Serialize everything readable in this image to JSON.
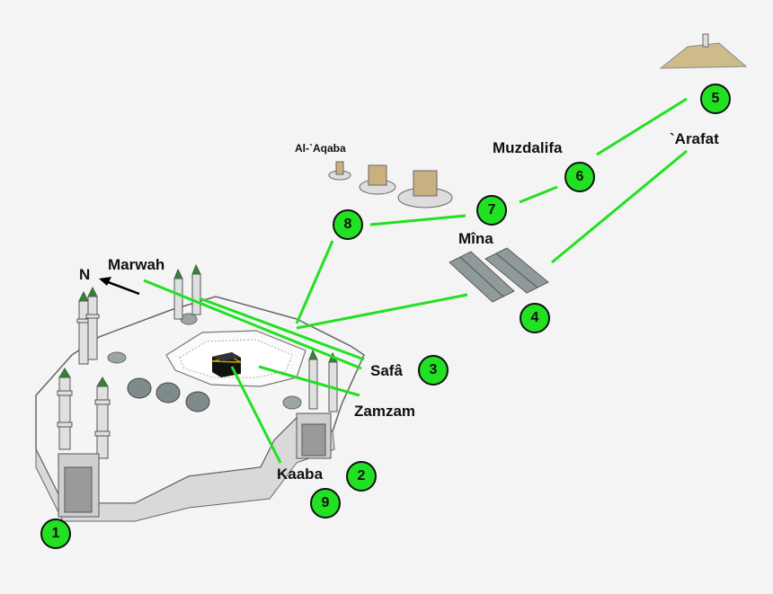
{
  "labels": {
    "north": "N",
    "marwah": "Marwah",
    "safa": "Safâ",
    "zamzam": "Zamzam",
    "kaaba": "Kaaba",
    "mina": "Mîna",
    "aqaba": "Al-`Aqaba",
    "muzdalifa": "Muzdalifa",
    "arafat": "`Arafat"
  },
  "steps": [
    "1",
    "2",
    "3",
    "4",
    "5",
    "6",
    "7",
    "8",
    "9"
  ],
  "colors": {
    "route": "#22e022",
    "badge": "#22e022",
    "mosque_wall": "#e8e8e8",
    "mosque_floor": "#f2f2f2",
    "dome": "#7f8a8a"
  }
}
